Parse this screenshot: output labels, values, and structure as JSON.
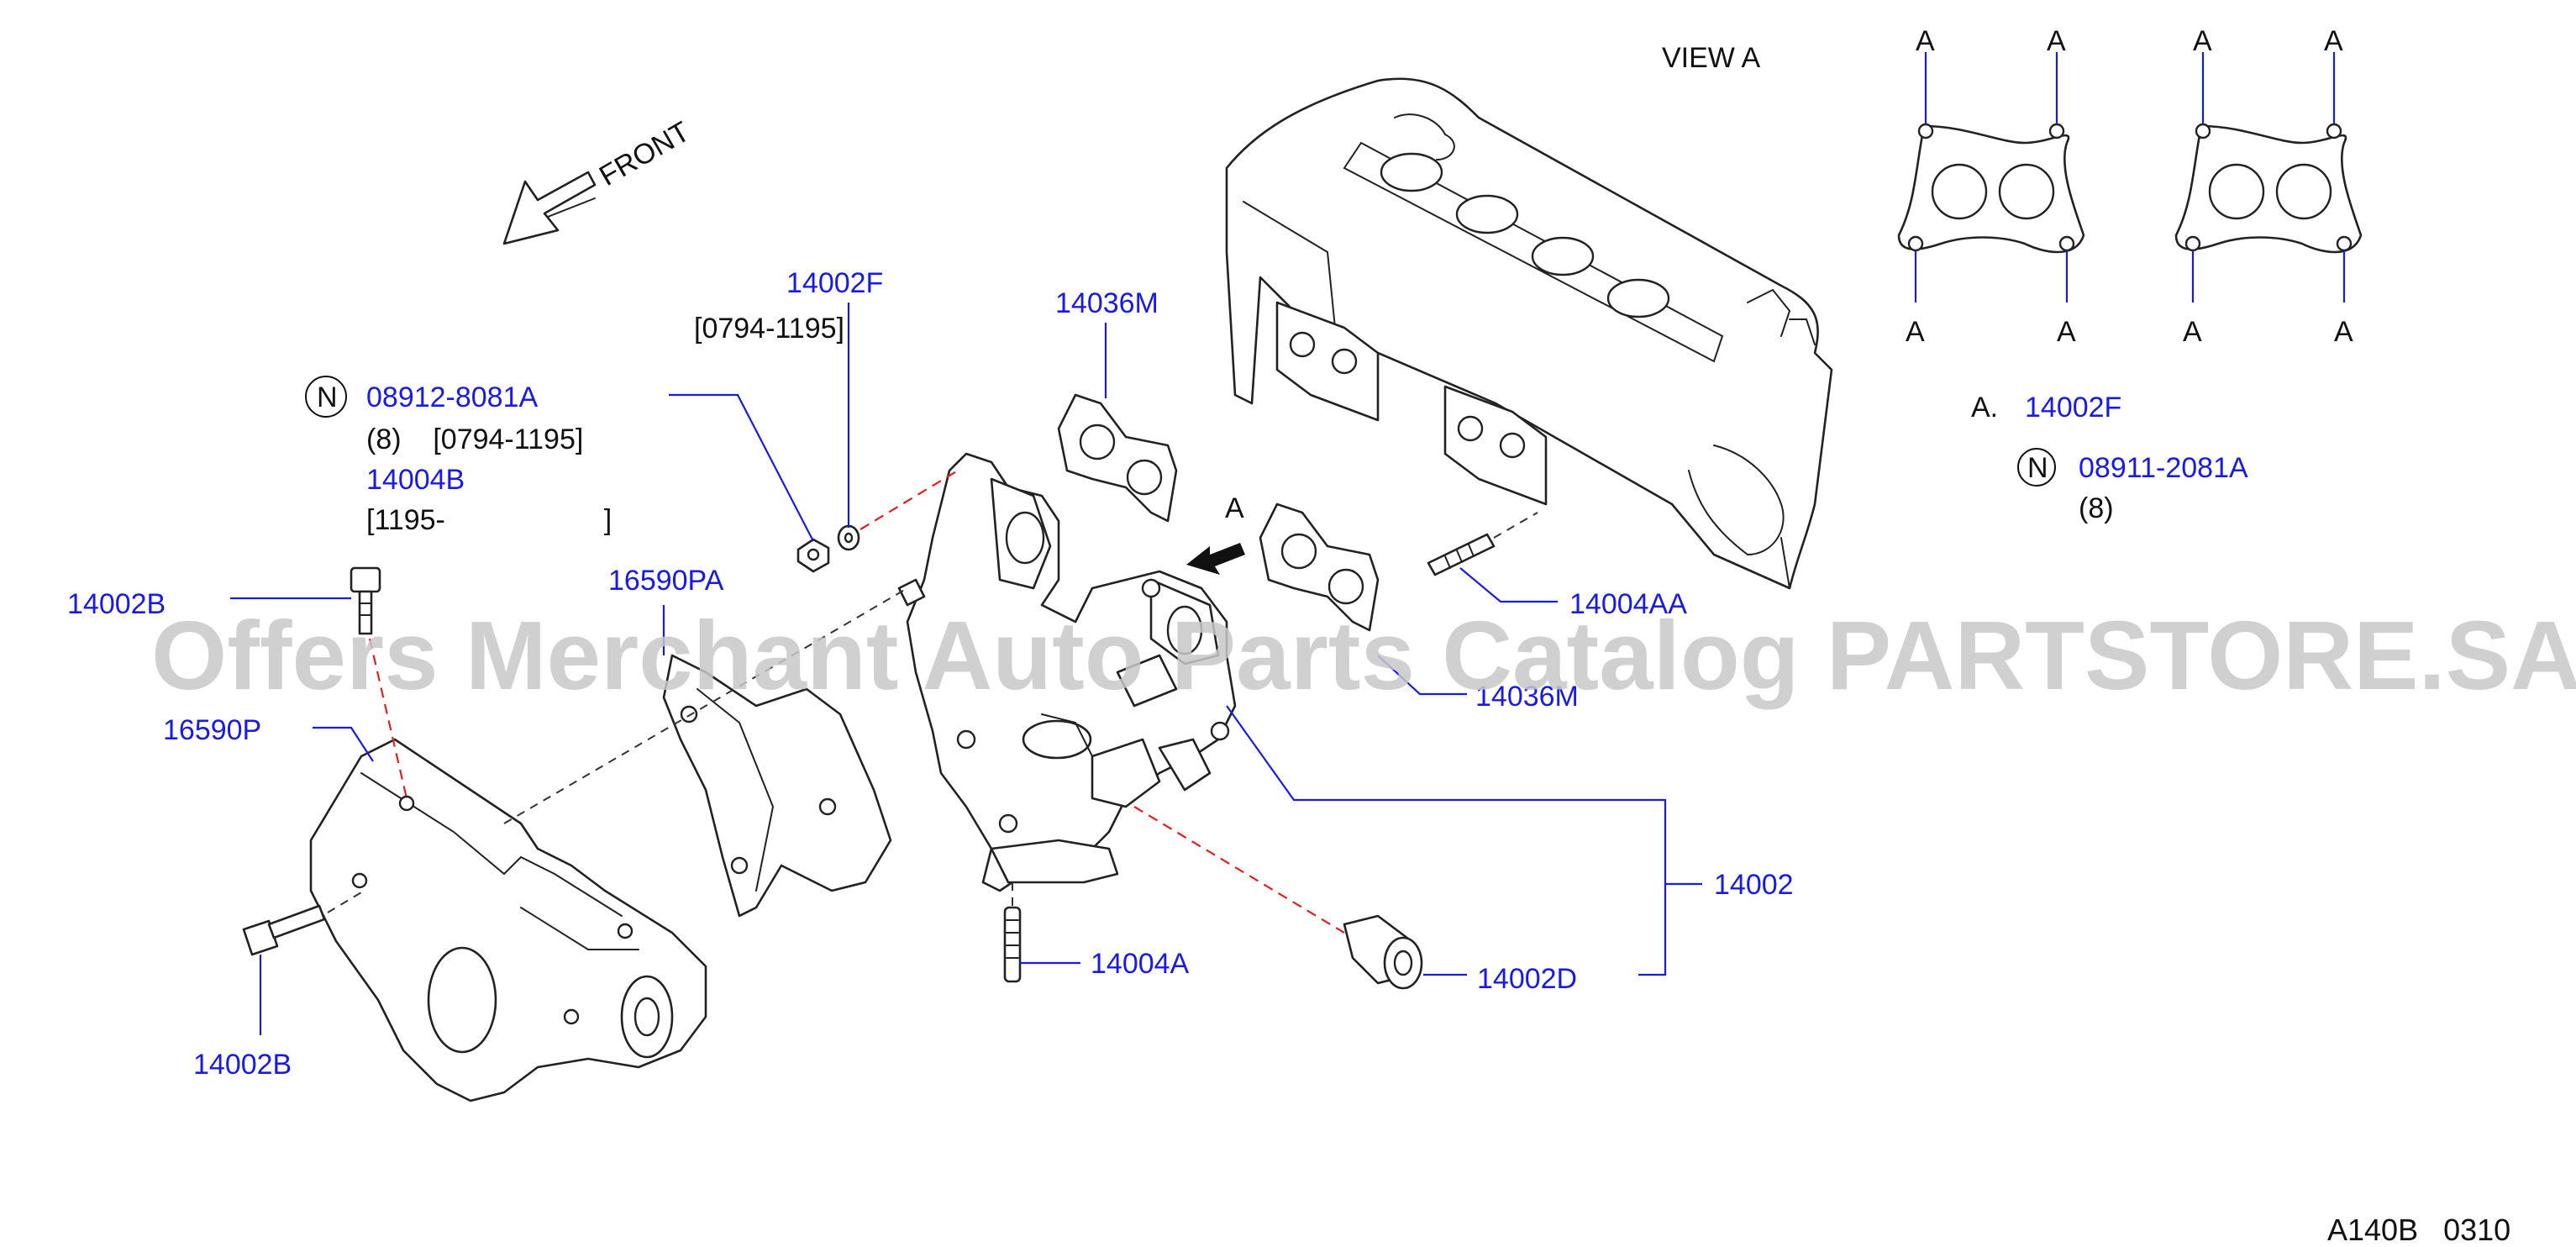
{
  "front_label": "FRONT",
  "view_label": "VIEW A",
  "view_marker": "A",
  "gasket_letters": [
    "A",
    "A",
    "A",
    "A",
    "A",
    "A",
    "A",
    "A"
  ],
  "legend": {
    "prefix": "A.",
    "part": "14002F",
    "note_mark": "N",
    "note_part": "08911-2081A",
    "note_qty": "(8)"
  },
  "callouts": {
    "p14002F": "14002F",
    "p14002F_range": "[0794-1195]",
    "n_mark": "N",
    "p08912": "08912-8081A",
    "p08912_qty_range": "(8)    [0794-1195]",
    "p14004B": "14004B",
    "p14004B_range": "[1195-                    ]",
    "p14036M_top": "14036M",
    "p14002B_top": "14002B",
    "p16590PA": "16590PA",
    "p16590P": "16590P",
    "p14004AA": "14004AA",
    "p14036M_mid": "14036M",
    "p14002": "14002",
    "p14004A": "14004A",
    "p14002D": "14002D",
    "p14002B_bottom": "14002B"
  },
  "watermark": "Offers Merchant Auto Parts Catalog PARTSTORE.SA",
  "diagram_code": "A140B   0310",
  "colors": {
    "label_blue": "#1a1ae6",
    "line_art": "#222222",
    "dash_red": "#e02020",
    "watermark": "#c8c8c8"
  }
}
